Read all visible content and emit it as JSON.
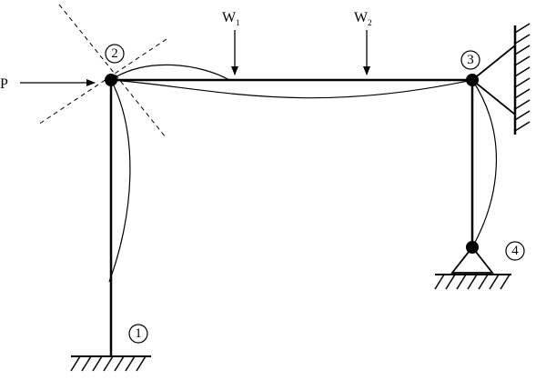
{
  "diagram": {
    "nodes": [
      {
        "id": "1",
        "label": "1"
      },
      {
        "id": "2",
        "label": "2"
      },
      {
        "id": "3",
        "label": "3"
      },
      {
        "id": "4",
        "label": "4"
      }
    ],
    "loads": {
      "P": {
        "label": "P"
      },
      "W1": {
        "label": "W",
        "subscript": "1"
      },
      "W2": {
        "label": "W",
        "subscript": "2"
      }
    },
    "supports": {
      "node1": "fixed",
      "node3": "pinned-to-wall",
      "node4": "pinned"
    },
    "colors": {
      "ink": "#000000",
      "background": "#ffffff"
    }
  }
}
